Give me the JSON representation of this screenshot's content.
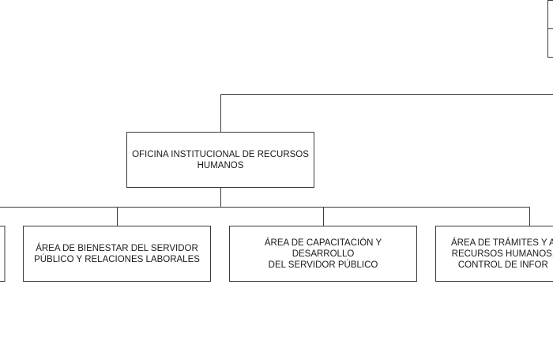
{
  "org_chart": {
    "main": {
      "label": "OFICINA INSTITUCIONAL DE RECURSOS\nHUMANOS"
    },
    "areas": [
      {
        "label": ""
      },
      {
        "label": "ÁREA DE BIENESTAR DEL SERVIDOR\nPÚBLICO Y RELACIONES LABORALES"
      },
      {
        "label": "ÁREA DE CAPACITACIÓN Y DESARROLLO\nDEL SERVIDOR PÚBLICO"
      },
      {
        "label": "ÁREA DE TRÁMITES Y A\nRECURSOS HUMANOS,\nCONTROL DE INFOR"
      }
    ],
    "top_right_box": {
      "label": ""
    }
  }
}
